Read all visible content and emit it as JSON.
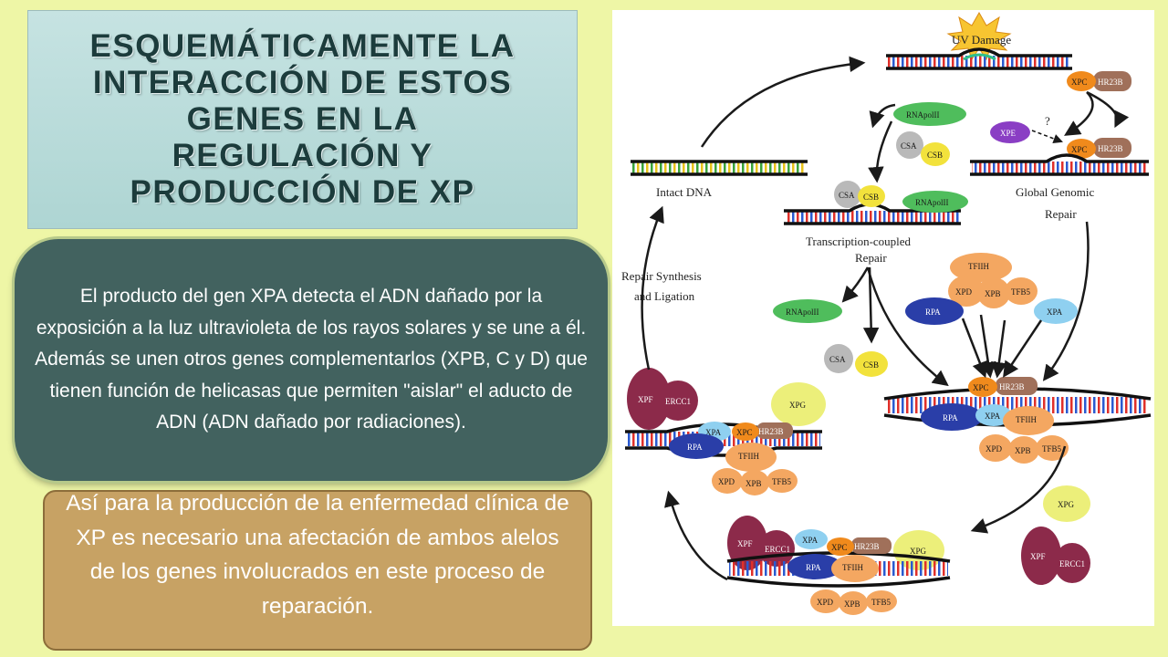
{
  "title": "ESQUEMÁTICAMENTE LA\nINTERACCIÓN DE ESTOS\nGENES EN LA\nREGULACIÓN Y\nPRODUCCIÓN DE XP",
  "paragraph1": "El producto del gen XPA detecta el ADN dañado por la exposición a la luz ultravioleta de los rayos solares y se une a él. Además se unen otros genes complementarlos (XPB, C y D) que tienen función de helicasas que permiten \"aislar\" el aducto de ADN (ADN dañado por radiaciones).",
  "paragraph2": "Así para la producción de la enfermedad clínica de XP es necesario una afectación de ambos alelos de los genes involucrados en este proceso de reparación.",
  "diagram": {
    "labels": {
      "uv_damage": "UV Damage",
      "intact_dna": "Intact DNA",
      "global_genomic_repair_1": "Global Genomic",
      "global_genomic_repair_2": "Repair",
      "transcription_coupled_1": "Transcription-coupled",
      "transcription_coupled_2": "Repair",
      "repair_synthesis_1": "Repair Synthesis",
      "repair_synthesis_2": "and Ligation",
      "question_mark": "?"
    },
    "proteins": {
      "xpc": "XPC",
      "hr23b": "HR23B",
      "rnapolii": "RNApolII",
      "csa": "CSA",
      "csb": "CSB",
      "xpe": "XPE",
      "tfiih": "TFIIH",
      "xpd": "XPD",
      "xpb": "XPB",
      "tfb5": "TFB5",
      "rpa": "RPA",
      "xpa": "XPA",
      "xpg": "XPG",
      "xpf": "XPF",
      "ercc1": "ERCC1"
    }
  }
}
